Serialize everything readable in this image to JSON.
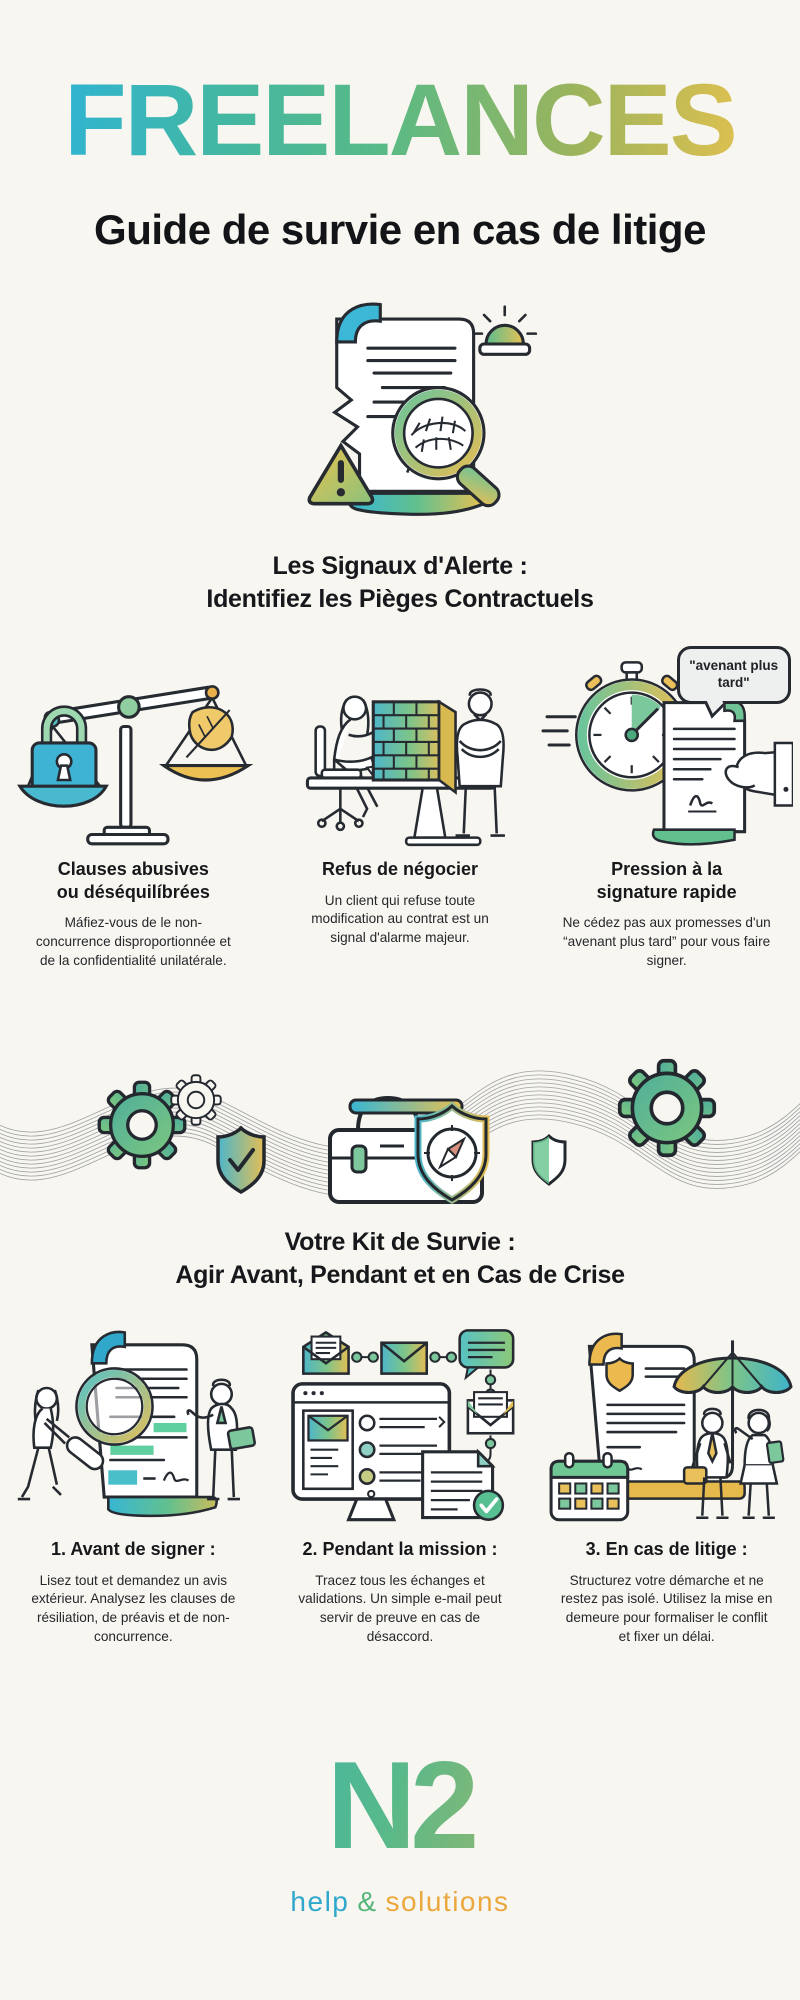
{
  "page": {
    "background": "#f8f6f1"
  },
  "header": {
    "title": "FREELANCES",
    "subtitle": "Guide de survie en cas de litige"
  },
  "colors": {
    "accent_teal": "#2fb0d8",
    "accent_green": "#5cbd8f",
    "accent_yellow": "#e9c24e",
    "outline_ink": "#262a31"
  },
  "alerts": {
    "heading_line1": "Les Signaux d'Alerte :",
    "heading_line2": "Identifiez les Pièges Contractuels",
    "items": [
      {
        "title_line1": "Clauses abusives",
        "title_line2": "ou déséquilíbrées",
        "body": "Máfiez-vous de le non-concurrence disproportionnée et de la confidentialité unilatérale.",
        "illustration": "unbalanced-scales-lock-feather"
      },
      {
        "title_line1": "Refus de négocier",
        "title_line2": "",
        "body": "Un client qui refuse toute modification au contrat est un signal d'alarme majeur.",
        "illustration": "negotiation-brick-wall"
      },
      {
        "title_line1": "Pression à la",
        "title_line2": "signature rapide",
        "body": "Ne cédez pas aux promesses d'un “avenant plus tard” pour vous faire signer.",
        "speech_bubble": "\"avenant plus tard\"",
        "illustration": "stopwatch-contract-hand"
      }
    ]
  },
  "kit": {
    "heading_line1": "Votre Kit de Survie :",
    "heading_line2": "Agir Avant, Pendant et en Cas de Crise",
    "items": [
      {
        "title": "1. Avant de signer :",
        "body": "Lisez tout et demandez un avis extérieur. Analysez les clauses de résiliation, de préavis et de non-concurrence.",
        "illustration": "contract-review-magnifier"
      },
      {
        "title": "2. Pendant la mission :",
        "body": "Tracez tous les échanges et validations. Un simple e-mail peut servir de preuve en cas de désaccord.",
        "illustration": "monitor-email-trace"
      },
      {
        "title": "3. En cas de litige :",
        "body": "Structurez votre démarche et ne restez pas isolé. Utilisez la mise en demeure pour formaliser le conflit et fixer un délai.",
        "illustration": "umbrella-protection"
      }
    ]
  },
  "footer": {
    "logo": "N2",
    "tagline_help": "help",
    "tagline_amp": "&",
    "tagline_solutions": "solutions"
  }
}
